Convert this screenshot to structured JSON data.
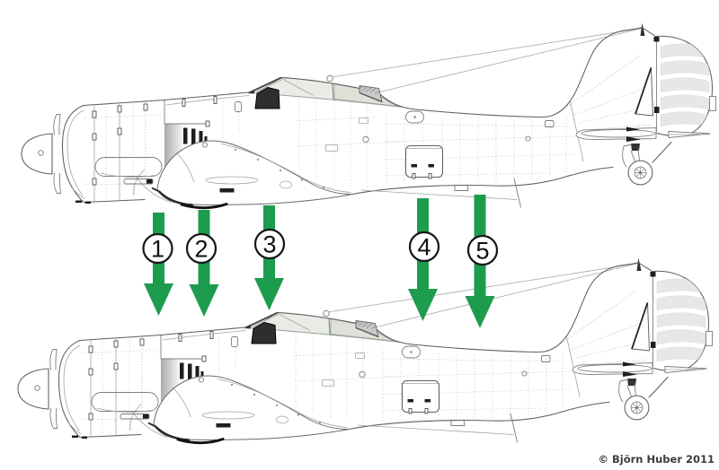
{
  "meta": {
    "credit": "© Björn Huber 2011"
  },
  "colors": {
    "background": "#ffffff",
    "arrow_green": "#1d9c4d",
    "outline_gray": "#6e6e6e",
    "badge_stroke": "#161616"
  },
  "callouts": [
    {
      "label": "1",
      "icon": "down-arrow"
    },
    {
      "label": "2",
      "icon": "down-arrow"
    },
    {
      "label": "3",
      "icon": "down-arrow"
    },
    {
      "label": "4",
      "icon": "down-arrow"
    },
    {
      "label": "5",
      "icon": "down-arrow"
    }
  ]
}
